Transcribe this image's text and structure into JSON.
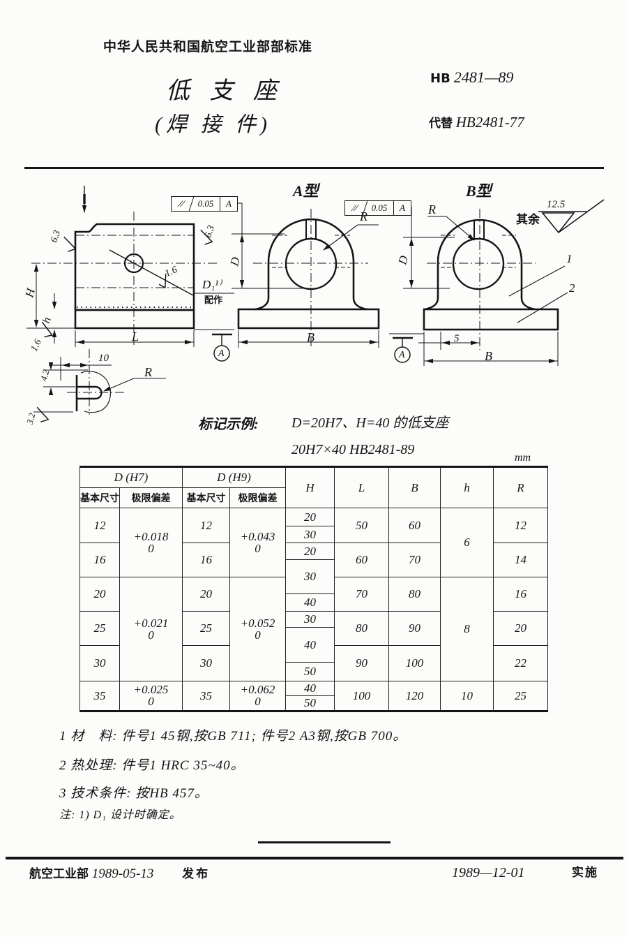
{
  "header": {
    "org_standard": "中华人民共和国航空工业部部标准",
    "code_label": "HB",
    "code_value": "2481—89",
    "replace_label": "代替",
    "replace_value": "HB2481-77",
    "title": "低  支  座",
    "subtitle": "(焊  接  件)"
  },
  "drawing": {
    "side_view": {
      "rough_top_left": "6.3",
      "rough_top_right": "6.3",
      "rough_bore": "1.6",
      "rough_bottom": "1.6",
      "dim_H": "H",
      "dim_h": "h",
      "dim_L": "L",
      "bore_dia": "D₁¹⁾",
      "bore_note": "配作",
      "tol_sym": "//",
      "tol_val": "0.05",
      "tol_ref": "A",
      "datum": "A"
    },
    "detail_view": {
      "dim_10": "10",
      "radius": "R",
      "dim_42": "4.2",
      "rough_32": "3.2"
    },
    "view_a": {
      "title": "A型",
      "tol_sym": "//",
      "tol_val": "0.05",
      "tol_ref": "A",
      "radius": "R",
      "dim_D": "D",
      "dim_B": "B"
    },
    "view_b": {
      "title": "B型",
      "radius": "R",
      "rest_label": "其余",
      "rest_value": "12.5",
      "dim_D": "D",
      "dim_5": "5",
      "dim_B": "B",
      "part_1": "1",
      "part_2": "2",
      "datum": "A"
    }
  },
  "designation": {
    "label": "标记示例:",
    "line1": "D=20H7、H=40 的低支座",
    "line2": "20H7×40   HB2481-89"
  },
  "table": {
    "unit": "mm",
    "head": {
      "d_h7": "D (H7)",
      "d_h9": "D (H9)",
      "basic": "基本尺寸",
      "dev": "极限偏差",
      "H": "H",
      "L": "L",
      "B": "B",
      "h": "h",
      "R": "R"
    },
    "d_basic": [
      "12",
      "16",
      "20",
      "25",
      "30",
      "35"
    ],
    "h7_dev": [
      {
        "t": "+0.018",
        "b": "0"
      },
      {
        "t": "+0.021",
        "b": "0"
      },
      {
        "t": "+0.025",
        "b": "0"
      }
    ],
    "h9_dev": [
      {
        "t": "+0.043",
        "b": "0"
      },
      {
        "t": "+0.052",
        "b": "0"
      },
      {
        "t": "+0.062",
        "b": "0"
      }
    ],
    "H_vals": [
      "20",
      "30",
      "20",
      "30",
      "40",
      "30",
      "40",
      "50",
      "40",
      "50"
    ],
    "L_vals": [
      "50",
      "60",
      "70",
      "80",
      "90",
      "100"
    ],
    "B_vals": [
      "60",
      "70",
      "80",
      "90",
      "100",
      "120"
    ],
    "h_vals": [
      "6",
      "8",
      "10"
    ],
    "R_vals": [
      "12",
      "14",
      "16",
      "20",
      "22",
      "25"
    ]
  },
  "notes": {
    "n1": "1  材　料:  件号1 45钢,按GB 711; 件号2 A3钢,按GB 700。",
    "n2": "2  热处理:  件号1 HRC 35~40。",
    "n3": "3  技术条件:  按HB 457。",
    "n4": "注: 1) D₁ 设计时确定。"
  },
  "footer": {
    "org": "航空工业部",
    "issue_date": "1989-05-13",
    "issue_label": "发布",
    "impl_date": "1989—12-01",
    "impl_label": "实施"
  }
}
